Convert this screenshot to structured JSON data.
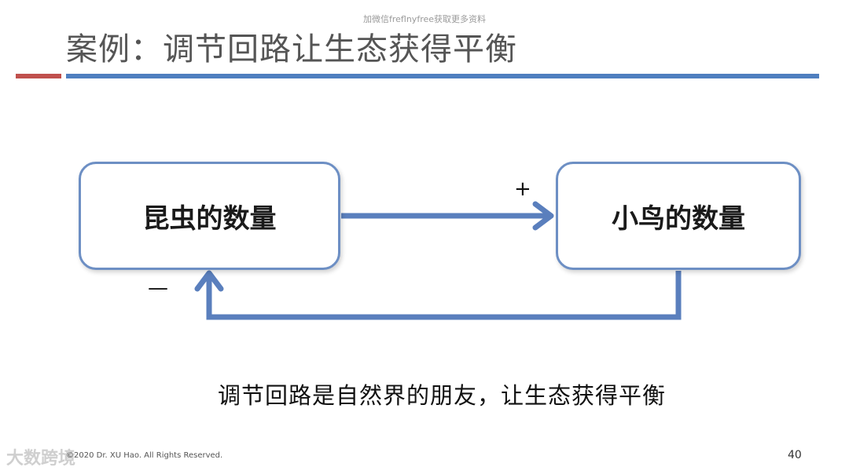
{
  "watermark": "加微信freflnyfree获取更多资料",
  "title": "案例：调节回路让生态获得平衡",
  "diagram": {
    "nodes": [
      {
        "id": "insects",
        "label": "昆虫的数量"
      },
      {
        "id": "birds",
        "label": "小鸟的数量"
      }
    ],
    "edges": [
      {
        "from": "insects",
        "to": "birds",
        "sign": "+"
      },
      {
        "from": "birds",
        "to": "insects",
        "sign": "—"
      }
    ],
    "colors": {
      "arrow": "#5a7fbd",
      "box_border": "#6d8fc4",
      "accent_red": "#c0504d",
      "accent_blue": "#4f7fbf"
    }
  },
  "caption": "调节回路是自然界的朋友，让生态获得平衡",
  "footer": {
    "logo": "大数跨境",
    "copyright": "©2020 Dr. XU Hao. All Rights Reserved.",
    "page": "40"
  }
}
